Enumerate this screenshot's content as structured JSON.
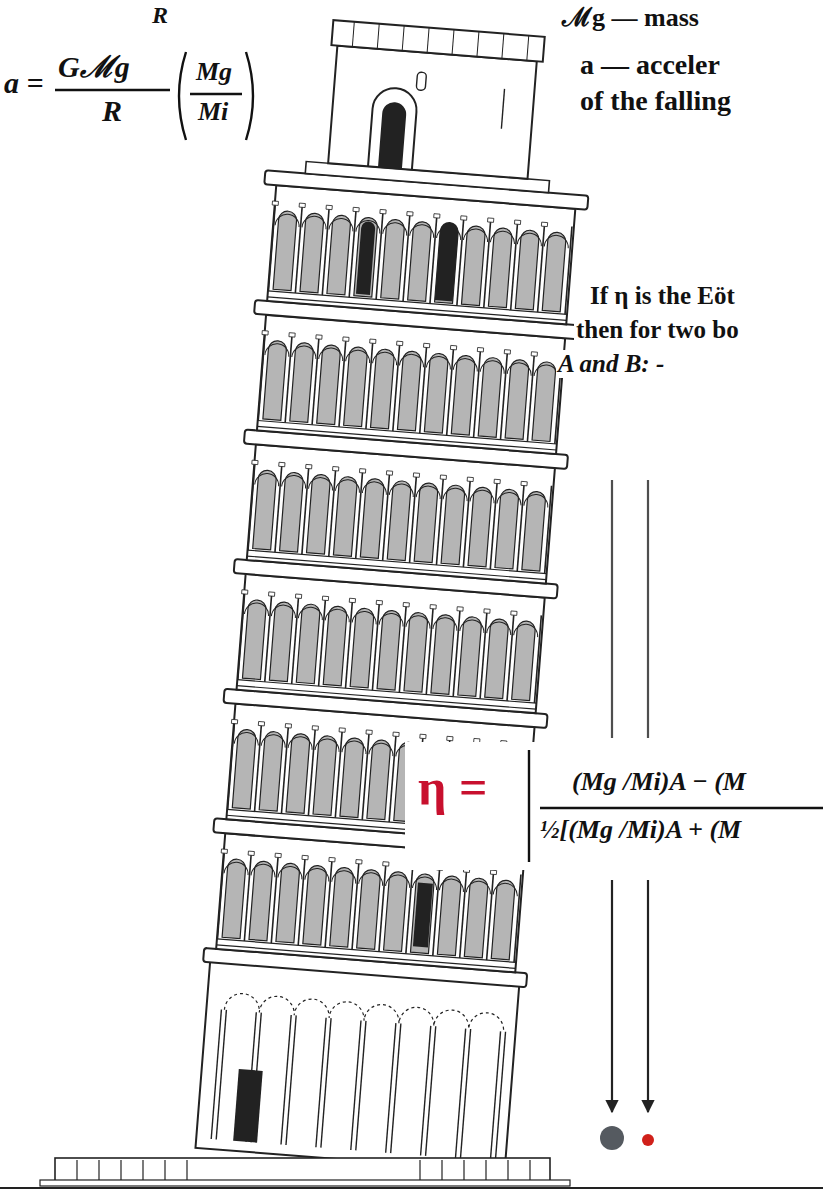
{
  "diagram": {
    "labels": [
      "R",
      "a =",
      "Gℳg",
      "R",
      "Mg",
      "Mi",
      "ℳg — mass",
      "a — acceler",
      "of the falling",
      "If η is the Eöt",
      "then for two bo",
      "A and B: -",
      "η =",
      "(Mg /Mi)A − (M",
      "½[(Mg /Mi)A + (M"
    ]
  }
}
